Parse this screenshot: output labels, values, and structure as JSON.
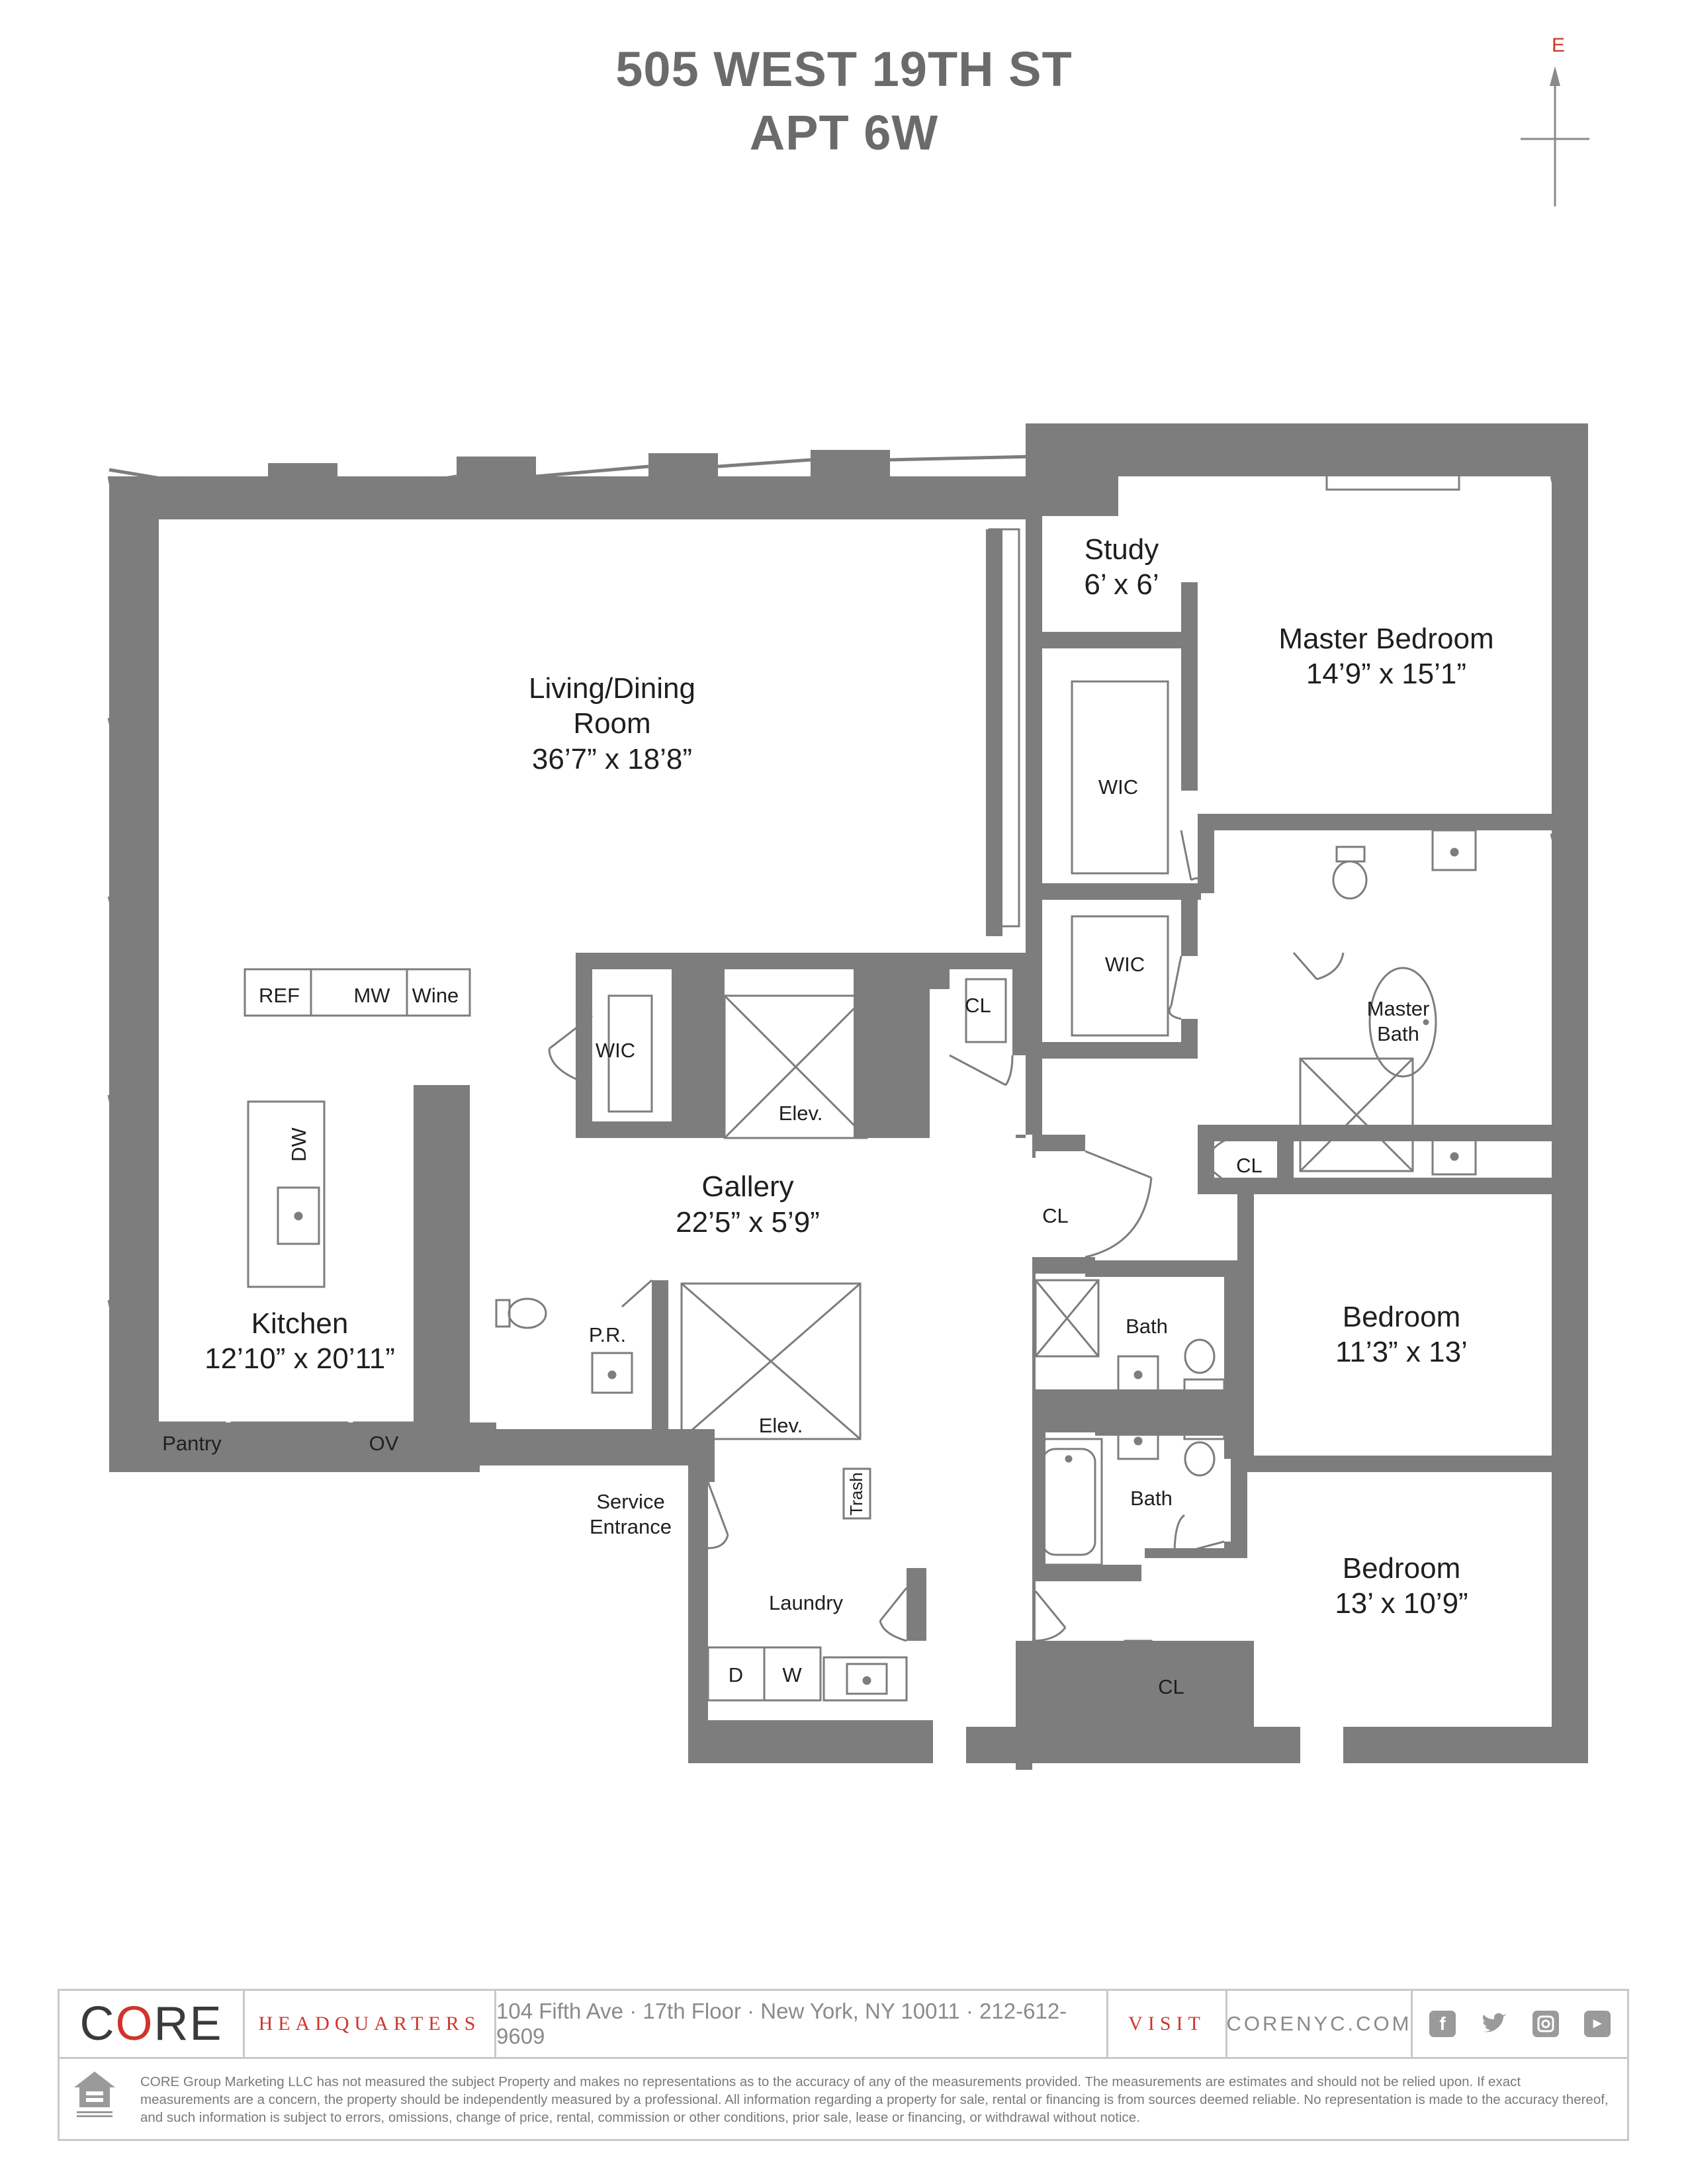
{
  "header": {
    "line1": "505 WEST 19TH ST",
    "line2": "APT 6W"
  },
  "compass": {
    "letter": "E",
    "accent_color": "#d0342c"
  },
  "rooms": {
    "living": {
      "name1": "Living/Dining",
      "name2": "Room",
      "dims": "36’7” x 18’8”"
    },
    "study": {
      "name": "Study",
      "dims": "6’ x 6’"
    },
    "master_bedroom": {
      "name": "Master Bedroom",
      "dims": "14’9” x 15’1”"
    },
    "master_bath": {
      "name1": "Master",
      "name2": "Bath"
    },
    "gallery": {
      "name": "Gallery",
      "dims": "22’5” x 5’9”"
    },
    "kitchen": {
      "name": "Kitchen",
      "dims": "12’10” x 20’11”"
    },
    "bedroom1": {
      "name": "Bedroom",
      "dims": "11’3” x 13’"
    },
    "bedroom2": {
      "name": "Bedroom",
      "dims": "13’ x 10’9”"
    },
    "laundry": {
      "name": "Laundry"
    },
    "service": {
      "name1": "Service",
      "name2": "Entrance"
    },
    "pr": {
      "name": "P.R."
    },
    "bath1": {
      "name": "Bath"
    },
    "bath2": {
      "name": "Bath"
    }
  },
  "labels": {
    "wic": "WIC",
    "cl": "CL",
    "elev": "Elev.",
    "ref": "REF",
    "mw": "MW",
    "wine": "Wine",
    "dw": "DW",
    "pantry": "Pantry",
    "ov": "OV",
    "trash": "Trash",
    "dryer": "D",
    "washer": "W"
  },
  "footer": {
    "logo_a": "C",
    "logo_o": "O",
    "logo_b": "RE",
    "hq": "HEADQUARTERS",
    "address": "104 Fifth Ave · 17th Floor · New York, NY 10011 · 212-612-9609",
    "visit": "VISIT",
    "website": "CORENYC.COM",
    "social_icons": [
      "facebook-icon",
      "twitter-icon",
      "instagram-icon",
      "youtube-icon"
    ],
    "disclaimer": "CORE Group Marketing LLC has not measured the subject Property and makes no representations as to the accuracy of any of the measurements provided. The measurements are estimates and should not be relied upon. If exact measurements are a concern, the property should be independently measured by a professional. All information regarding a property for sale, rental or financing is from sources deemed reliable. No representation is made to the accuracy thereof, and such information is subject to errors, omissions, change of price, rental, commission or other conditions, prior sale, lease or financing, or withdrawal without notice.",
    "accent_color": "#d0342c"
  },
  "colors": {
    "wall": "#7d7d7d",
    "title": "#6b6b6b"
  }
}
